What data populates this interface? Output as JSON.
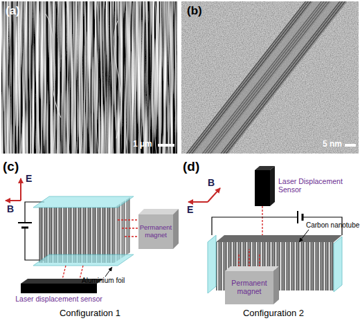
{
  "diagram": {
    "nodes": [
      {
        "text": [
          "Permanent magnet"
        ]
      },
      {
        "text": [
          "Laser displacement sensor"
        ]
      },
      {
        "text": [
          "Laser Displacement Sensor"
        ]
      },
      {
        "text": [
          "Permanent magnet"
        ]
      }
    ],
    "labels": [
      "(a)",
      "1 µm",
      "(b)",
      "5 nm",
      "(c)",
      "E",
      "B",
      "Aluminium foil",
      "Configuration 1",
      "(d)",
      "B",
      "E",
      "Carbon nanotube",
      "Configuration 2"
    ]
  }
}
